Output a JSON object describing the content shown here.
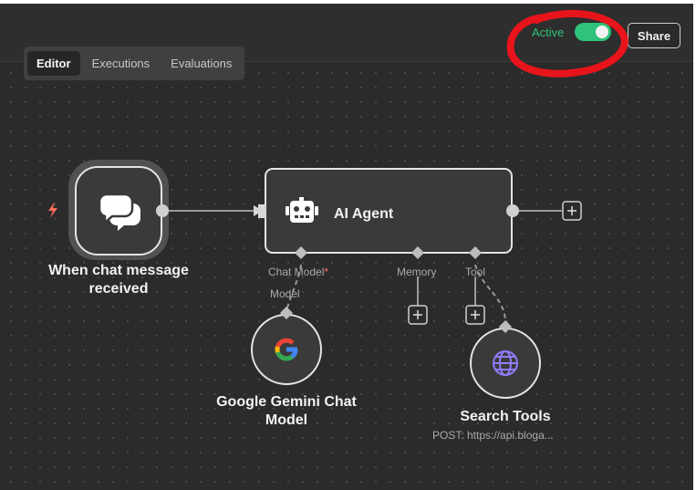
{
  "header": {
    "active_label": "Active",
    "share_label": "Share",
    "accent_color": "#2fc27a"
  },
  "tabs": [
    {
      "label": "Editor",
      "active": true
    },
    {
      "label": "Executions",
      "active": false
    },
    {
      "label": "Evaluations",
      "active": false
    }
  ],
  "nodes": {
    "trigger": {
      "label": "When chat message received",
      "icon": "chat-bubbles-icon"
    },
    "agent": {
      "label": "AI Agent",
      "icon": "robot-icon"
    },
    "model": {
      "label": "Google Gemini Chat Model",
      "icon": "google-g-icon"
    },
    "tool": {
      "label": "Search Tools",
      "subtitle": "POST: https://api.bloga...",
      "icon": "globe-icon"
    }
  },
  "ports": {
    "chat_model": "Chat Model",
    "chat_model_required": "*",
    "memory": "Memory",
    "tool": "Tool",
    "model_output": "Model"
  },
  "annotation_color": "#e8141b"
}
